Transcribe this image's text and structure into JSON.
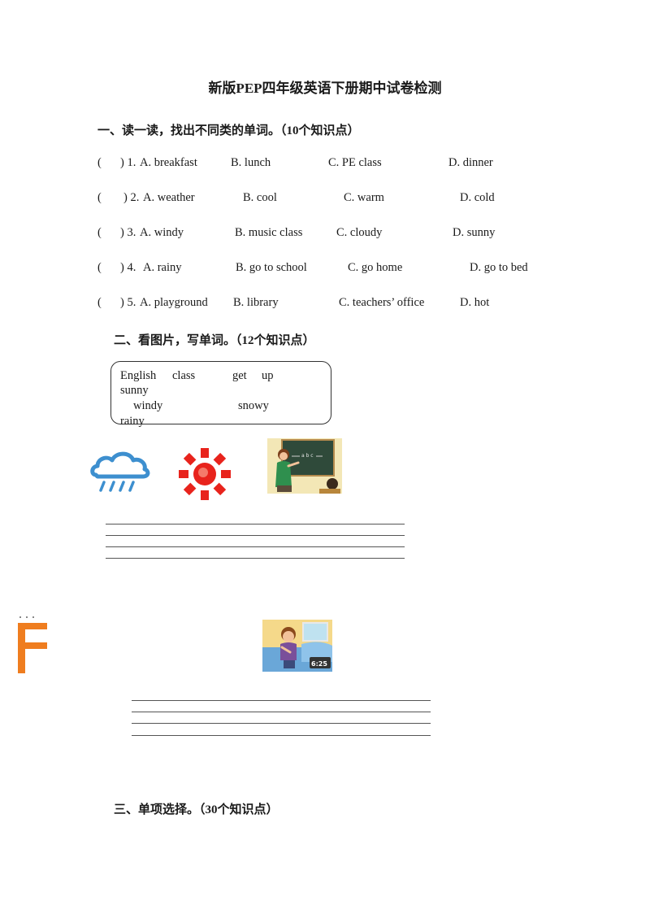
{
  "title": "新版PEP四年级英语下册期中试卷检测",
  "section1": {
    "heading": "一、读一读，找出不同类的单词。（10个知识点）",
    "questions": [
      {
        "paren": "(",
        "close": ") 1.",
        "a": "A.  breakfast",
        "b": "B. lunch",
        "c": "C. PE  class",
        "d": "D.  dinner"
      },
      {
        "paren": "(",
        "close": ") 2.",
        "a": "A.  weather",
        "b": "B. cool",
        "c": "C. warm",
        "d": "D. cold"
      },
      {
        "paren": "(",
        "close": ") 3.",
        "a": "A.  windy",
        "b": "B. music  class",
        "c": "C. cloudy",
        "d": "D. sunny"
      },
      {
        "paren": "(",
        "close": ") 4.",
        "a": "A. rainy",
        "b": "B. go  to school",
        "c": "C. go  home",
        "d": "D. go  to  bed"
      },
      {
        "paren": "(",
        "close": ") 5.",
        "a": "A. playground",
        "b": "B.  library",
        "c": "C. teachers’ office",
        "d": "D.  hot"
      }
    ]
  },
  "section2": {
    "heading": "二、看图片，写单词。（12个知识点）",
    "words": [
      "English",
      "class",
      "get",
      "up",
      "sunny",
      "windy",
      "snowy",
      "rainy"
    ],
    "images": [
      "rain-cloud-icon",
      "sun-icon",
      "teacher-classroom-picture",
      "boy-getting-up-picture"
    ],
    "clock_text": "6:25",
    "board_text": "a b c"
  },
  "section3": {
    "heading": "三、单项选择。（30个知识点）"
  },
  "colors": {
    "rain_blue": "#3d8fcf",
    "sun_red": "#e8231c",
    "logo_orange": "#ef7d1f",
    "board_green": "#2f4a3a"
  }
}
